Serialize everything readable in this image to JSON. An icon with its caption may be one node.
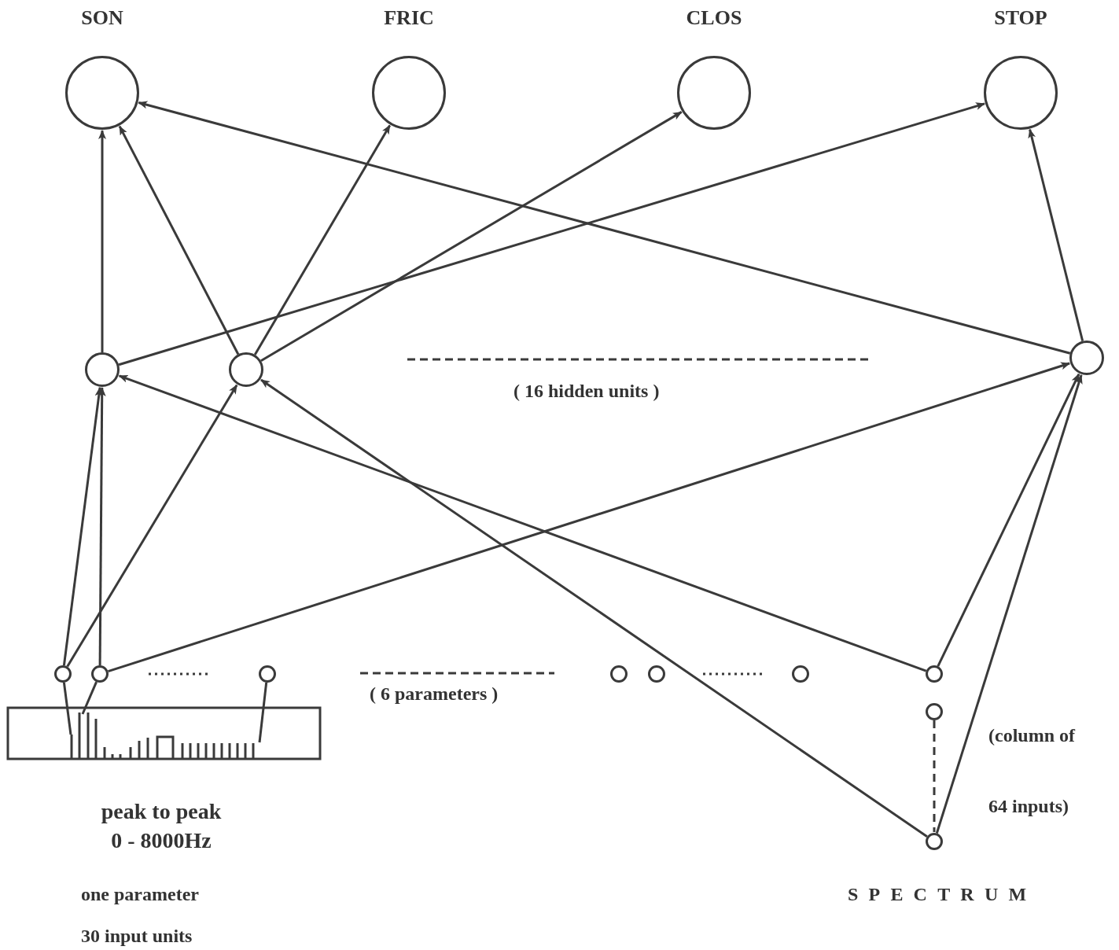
{
  "diagram": {
    "nodes": [
      {
        "text": [
          "SON"
        ]
      },
      {
        "text": [
          "FRIC"
        ]
      },
      {
        "text": [
          "CLOS"
        ]
      },
      {
        "text": [
          "STOP"
        ]
      },
      {
        "text": [],
        "shape": "circle"
      },
      {
        "text": [],
        "shape": "circle"
      },
      {
        "text": [],
        "shape": "circle"
      },
      {
        "text": [],
        "shape": "circle"
      },
      {
        "text": [],
        "shape": "circle"
      },
      {
        "text": [],
        "shape": "circle"
      },
      {
        "text": [],
        "shape": "circle"
      },
      {
        "text": [],
        "shape": "circle"
      },
      {
        "text": [],
        "shape": "circle"
      },
      {
        "text": [],
        "shape": "circle"
      },
      {
        "text": [],
        "shape": "circle"
      },
      {
        "text": [],
        "shape": "circle"
      },
      {
        "text": [],
        "shape": "picture"
      }
    ],
    "edges": [
      {
        "from": 4,
        "to": 0,
        "arrow": "to"
      },
      {
        "from": 5,
        "to": 0,
        "arrow": "to"
      },
      {
        "from": 5,
        "to": 1,
        "arrow": "to"
      },
      {
        "from": 5,
        "to": 2,
        "arrow": "to"
      },
      {
        "from": 4,
        "to": 3,
        "arrow": "to"
      },
      {
        "from": 6,
        "to": 0,
        "arrow": "to"
      },
      {
        "from": 6,
        "to": 3,
        "arrow": "to"
      },
      {
        "from": 7,
        "to": 4,
        "arrow": "to"
      },
      {
        "from": 7,
        "to": 5,
        "arrow": "to"
      },
      {
        "from": 8,
        "to": 4,
        "arrow": "to"
      },
      {
        "from": 8,
        "to": 6,
        "arrow": "to"
      },
      {
        "from": 13,
        "to": 4,
        "arrow": "to"
      },
      {
        "from": 13,
        "to": 6,
        "arrow": "to"
      },
      {
        "from": 15,
        "to": 5,
        "arrow": "to"
      },
      {
        "from": 15,
        "to": 6,
        "arrow": "to"
      },
      {
        "from": 14,
        "to": 15,
        "arrow": "none",
        "style": "dashed"
      },
      {
        "from": 7,
        "to": 16,
        "arrow": "none"
      },
      {
        "from": 8,
        "to": 16,
        "arrow": "none"
      },
      {
        "from": 9,
        "to": 16,
        "arrow": "none"
      }
    ],
    "labels": [
      "( 16 hidden units )",
      "( 6 parameters )",
      "(column of 64 inputs)",
      "peak to peak 0 - 8000Hz",
      "SPECTRUM",
      "one parameter",
      "30 input units"
    ]
  }
}
